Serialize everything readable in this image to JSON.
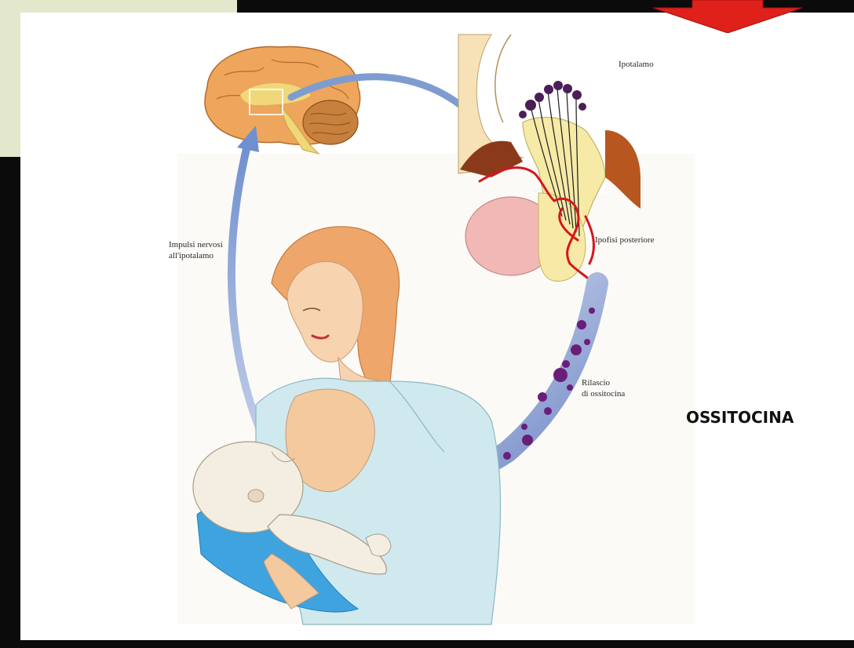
{
  "labels": {
    "hypothalamus": "Ipotalamo",
    "posterior_pituitary": "Ipofisi posteriore",
    "nerve_impulses_line1": "Impulsi nervosi",
    "nerve_impulses_line2": "all'ipotalamo",
    "release_line1": "Rilascio",
    "release_line2": "di ossitocina"
  },
  "title": "OSSITOCINA",
  "colors": {
    "slide_border": "#0b0b0b",
    "corner_panel": "#e3e8cc",
    "arrow_blue": "#7f9cd0",
    "hormone_purple": "#6a1e7a",
    "vessel_red": "#d4161c",
    "title_arrow_red": "#e0201b"
  }
}
